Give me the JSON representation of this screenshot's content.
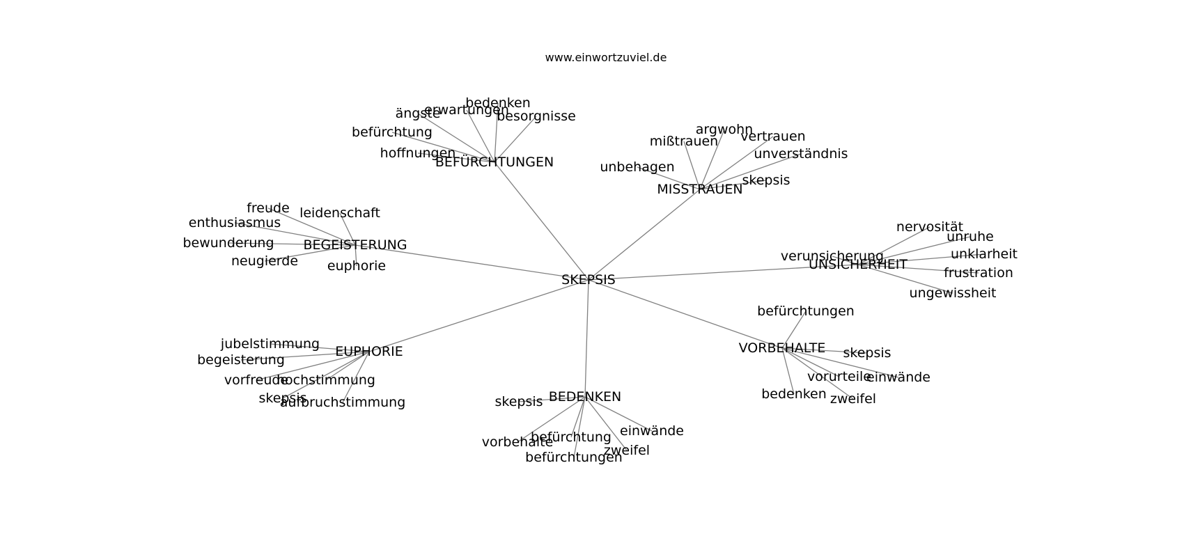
{
  "title": "www.einwortzuviel.de",
  "colors": {
    "edge": "#808080",
    "text": "#000000",
    "background": "#ffffff"
  },
  "graph": {
    "center": "SKEPSIS",
    "clusters": [
      {
        "hub": "BEFÜRCHTUNGEN",
        "leaves": [
          "bedenken",
          "erwartungen",
          "ängste",
          "besorgnisse",
          "befürchtung",
          "hoffnungen"
        ]
      },
      {
        "hub": "MISSTRAUEN",
        "leaves": [
          "argwohn",
          "mißtrauen",
          "vertrauen",
          "unverständnis",
          "unbehagen",
          "skepsis"
        ]
      },
      {
        "hub": "BEGEISTERUNG",
        "leaves": [
          "freude",
          "leidenschaft",
          "enthusiasmus",
          "bewunderung",
          "neugierde",
          "euphorie"
        ]
      },
      {
        "hub": "UNSICHERHEIT",
        "leaves": [
          "nervosität",
          "unruhe",
          "unklarheit",
          "verunsicherung",
          "frustration",
          "ungewissheit"
        ]
      },
      {
        "hub": "VORBEHALTE",
        "leaves": [
          "befürchtungen",
          "skepsis",
          "vorurteile",
          "einwände",
          "bedenken",
          "zweifel"
        ]
      },
      {
        "hub": "EUPHORIE",
        "leaves": [
          "jubelstimmung",
          "begeisterung",
          "vorfreude",
          "hochstimmung",
          "skepsis",
          "aufbruchstimmung"
        ]
      },
      {
        "hub": "BEDENKEN",
        "leaves": [
          "skepsis",
          "einwände",
          "befürchtung",
          "vorbehalte",
          "zweifel",
          "befürchtungen"
        ]
      }
    ]
  }
}
